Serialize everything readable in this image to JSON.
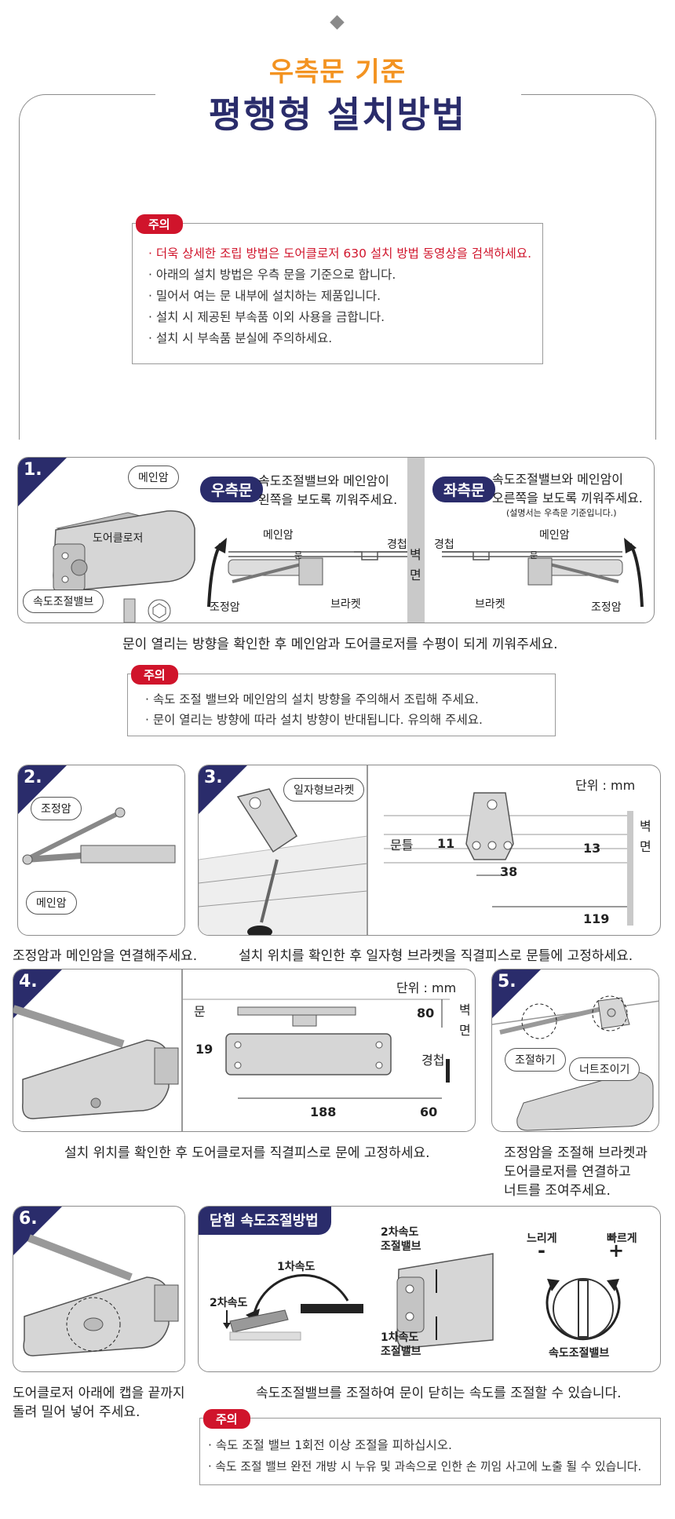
{
  "header": {
    "subtitle": "우측문 기준",
    "title": "평행형 설치방법"
  },
  "notice_top": {
    "tag": "주의",
    "lines": [
      "· 더욱 상세한 조립 방법은 도어클로저 630 설치 방법 동영상을 검색하세요.",
      "· 아래의 설치 방법은 우측 문을 기준으로 합니다.",
      "· 밀어서 여는 문 내부에 설치하는 제품입니다.",
      "· 설치 시 제공된 부속품 이외 사용을 금합니다.",
      "· 설치 시 부속품 분실에 주의하세요."
    ]
  },
  "step1": {
    "num": "1.",
    "labels": {
      "main_arm": "메인암",
      "door_closer": "도어클로저",
      "speed_valve": "속도조절밸브"
    },
    "right": {
      "tag": "우측문",
      "text1": "속도조절밸브와 메인암이",
      "text2": "왼쪽을 보도록 끼워주세요.",
      "main_arm": "메인암",
      "hinge": "경첩",
      "door": "문",
      "adjust_arm": "조정암",
      "bracket": "브라켓"
    },
    "wall": "벽",
    "wall2": "면",
    "left": {
      "tag": "좌측문",
      "text1": "속도조절밸브와 메인암이",
      "text2": "오른쪽을 보도록 끼워주세요.",
      "note": "(설명서는 우측문 기준입니다.)",
      "hinge": "경첩",
      "main_arm": "메인암",
      "door": "문",
      "bracket": "브라켓",
      "adjust_arm": "조정암"
    },
    "caption": "문이 열리는 방향을 확인한 후 메인암과 도어클로저를 수평이 되게 끼워주세요."
  },
  "notice_mid": {
    "tag": "주의",
    "lines": [
      "· 속도 조절 밸브와 메인암의 설치 방향을 주의해서 조립해 주세요.",
      "· 문이 열리는 방향에 따라 설치 방향이 반대됩니다. 유의해 주세요."
    ]
  },
  "step2": {
    "num": "2.",
    "adjust_arm": "조정암",
    "main_arm": "메인암",
    "caption": "조정암과 메인암을 연결해주세요."
  },
  "step3": {
    "num": "3.",
    "bracket": "일자형브라켓",
    "unit": "단위 : mm",
    "frame": "문틀",
    "dim_a": "11",
    "dim_b": "13",
    "dim_c": "38",
    "dim_d": "119",
    "wall": "벽",
    "wall2": "면",
    "caption": "설치 위치를 확인한 후 일자형 브라켓을 직결피스로 문틀에 고정하세요."
  },
  "step4": {
    "num": "4.",
    "unit": "단위 : mm",
    "door": "문",
    "wall": "벽",
    "wall2": "면",
    "hinge": "경첩",
    "dim_a": "80",
    "dim_b": "19",
    "dim_c": "188",
    "dim_d": "60",
    "caption": "설치 위치를 확인한 후 도어클로저를 직결피스로 문에 고정하세요."
  },
  "step5": {
    "num": "5.",
    "adjust": "조절하기",
    "nut": "너트조이기",
    "caption": [
      "조정암을 조절해 브라켓과",
      "도어클로저를 연결하고",
      "너트를 조여주세요."
    ]
  },
  "step6": {
    "num": "6.",
    "caption": [
      "도어클로저 아래에 캡을 끝까지",
      "돌려 밀어 넣어 주세요."
    ]
  },
  "speed": {
    "title": "닫힘 속도조절방법",
    "speed1": "1차속도",
    "speed2": "2차속도",
    "valve2_a": "2차속도",
    "valve2_b": "조절밸브",
    "valve1_a": "1차속도",
    "valve1_b": "조절밸브",
    "slow": "느리게",
    "fast": "빠르게",
    "minus": "-",
    "plus": "+",
    "valve": "속도조절밸브",
    "caption": "속도조절밸브를 조절하여 문이 닫히는 속도를 조절할 수 있습니다."
  },
  "notice_bottom": {
    "tag": "주의",
    "lines": [
      "· 속도 조절 밸브 1회전 이상 조절을 피하십시오.",
      "· 속도 조절 밸브 완전 개방 시 누유 및 과속으로 인한 손 끼임 사고에 노출 될 수 있습니다."
    ]
  }
}
